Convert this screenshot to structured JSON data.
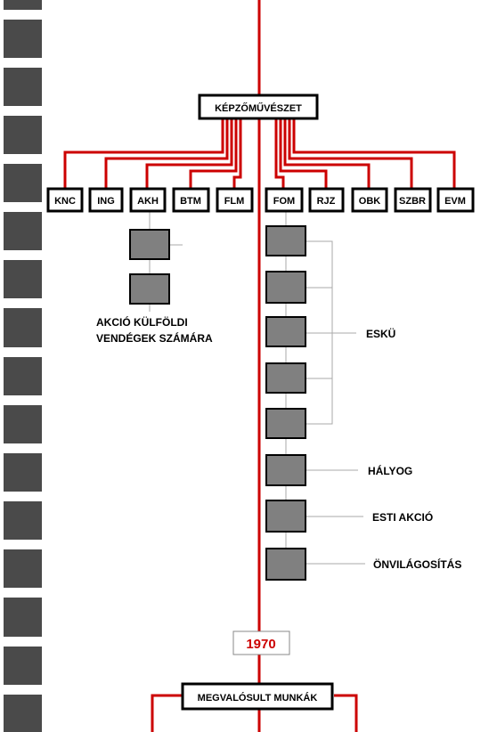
{
  "colors": {
    "red_line": "#cc0000",
    "gray_line": "#aaaaaa",
    "film_strip": "#4a4a4a",
    "box_fill": "#808080"
  },
  "top_node": "KÉPZŐMŰVÉSZET",
  "branches": [
    "KNC",
    "ING",
    "AKH",
    "BTM",
    "FLM",
    "FOM",
    "RJZ",
    "OBK",
    "SZBR",
    "EVM"
  ],
  "akh_caption": [
    "AKCIÓ KÜLFÖLDI",
    "VENDÉGEK SZÁMÁRA"
  ],
  "fom_labels": {
    "esku": "ESKÜ",
    "halyog": "HÁLYOG",
    "esti_akcio": "ESTI AKCIÓ",
    "onvilagositas": "ÖNVILÁGOSÍTÁS"
  },
  "year": "1970",
  "bottom_node": "MEGVALÓSULT MUNKÁK"
}
